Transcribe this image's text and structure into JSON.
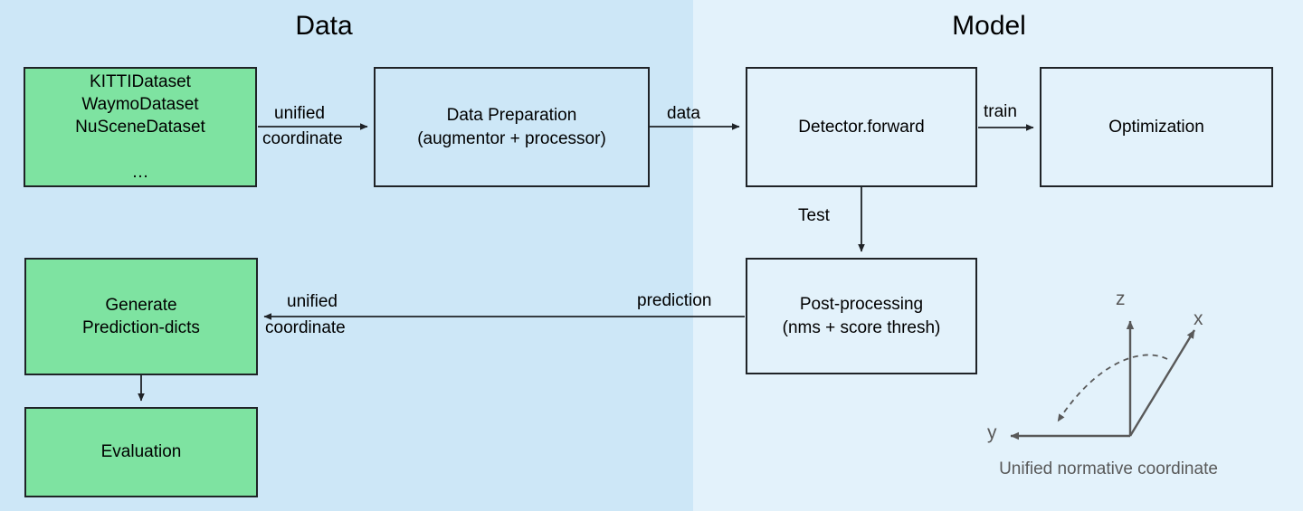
{
  "panels": {
    "data": {
      "title": "Data",
      "background": "#cde7f7"
    },
    "model": {
      "title": "Model",
      "background": "#e3f2fb"
    }
  },
  "colors": {
    "node_green": "#7ee3a1",
    "node_border": "#1f2327",
    "panel_data": "#cde7f7",
    "panel_model": "#e3f2fb",
    "axis_gray": "#595959",
    "edge_black": "#1f2327"
  },
  "nodes": [
    {
      "id": "datasets",
      "label": "KITTIDataset\nWaymoDataset\nNuSceneDataset\n\n…",
      "fill": "green"
    },
    {
      "id": "data-preparation",
      "label": "Data Preparation\n(augmentor + processor)",
      "fill": "blue-left"
    },
    {
      "id": "detector-forward",
      "label": "Detector.forward",
      "fill": "blue-right"
    },
    {
      "id": "optimization",
      "label": "Optimization",
      "fill": "blue-right"
    },
    {
      "id": "post-processing",
      "label": "Post-processing\n(nms + score thresh)",
      "fill": "blue-right"
    },
    {
      "id": "generate-prediction-dicts",
      "label": "Generate\nPrediction-dicts",
      "fill": "green"
    },
    {
      "id": "evaluation",
      "label": "Evaluation",
      "fill": "green"
    }
  ],
  "edge_labels": {
    "unified_top_line1": "unified",
    "unified_top_line2": "coordinate",
    "data": "data",
    "train": "train",
    "test": "Test",
    "prediction": "prediction",
    "unified_bottom_line1": "unified",
    "unified_bottom_line2": "coordinate"
  },
  "coordinate_widget": {
    "caption": "Unified normative coordinate",
    "axis_z": "z",
    "axis_x": "x",
    "axis_y": "y"
  }
}
